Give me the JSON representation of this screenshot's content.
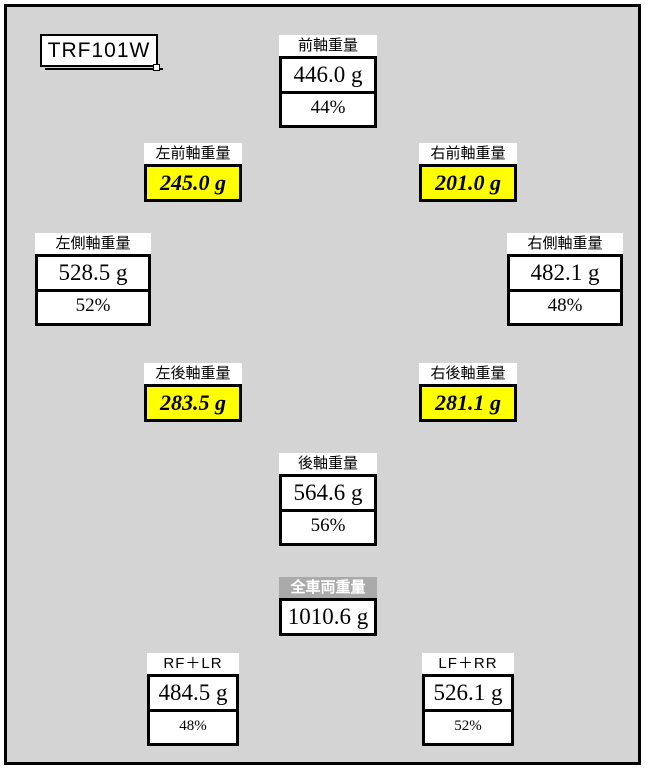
{
  "window": {
    "background_color": "#d4d4d4",
    "border_color": "#000000"
  },
  "device": {
    "id_label": "TRF101W"
  },
  "colors": {
    "highlight": "#ffff00",
    "inverse_caption_bg": "#aaaaaa",
    "box_bg": "#ffffff",
    "text": "#000000"
  },
  "measurements": {
    "front_axle": {
      "caption": "前軸重量",
      "value": "446.0 g",
      "percent": "44%"
    },
    "left_front_axle": {
      "caption": "左前軸重量",
      "value": "245.0 g"
    },
    "right_front_axle": {
      "caption": "右前軸重量",
      "value": "201.0 g"
    },
    "left_side_axle": {
      "caption": "左側軸重量",
      "value": "528.5 g",
      "percent": "52%"
    },
    "right_side_axle": {
      "caption": "右側軸重量",
      "value": "482.1 g",
      "percent": "48%"
    },
    "left_rear_axle": {
      "caption": "左後軸重量",
      "value": "283.5 g"
    },
    "right_rear_axle": {
      "caption": "右後軸重量",
      "value": "281.1 g"
    },
    "rear_axle": {
      "caption": "後軸重量",
      "value": "564.6 g",
      "percent": "56%"
    },
    "total_vehicle": {
      "caption": "全車両重量",
      "value": "1010.6 g"
    },
    "cross_rf_lr": {
      "caption": "RF＋LR",
      "value": "484.5 g",
      "percent": "48%"
    },
    "cross_lf_rr": {
      "caption": "LF＋RR",
      "value": "526.1 g",
      "percent": "52%"
    }
  }
}
